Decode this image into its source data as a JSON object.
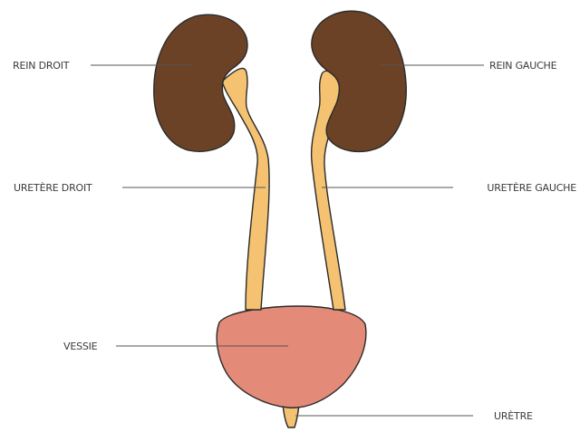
{
  "labels": {
    "rein_droit": "REIN DROIT",
    "rein_gauche": "REIN GAUCHE",
    "uretere_droit": "URETÈRE DROIT",
    "uretere_gauche": "URETÈRE GAUCHE",
    "vessie": "VESSIE",
    "uretre": "URÈTRE"
  },
  "colors": {
    "kidney": "#6b4226",
    "ureter": "#f5c271",
    "bladder": "#e48a78",
    "outline": "#2a2a2a",
    "background": "#ffffff"
  }
}
